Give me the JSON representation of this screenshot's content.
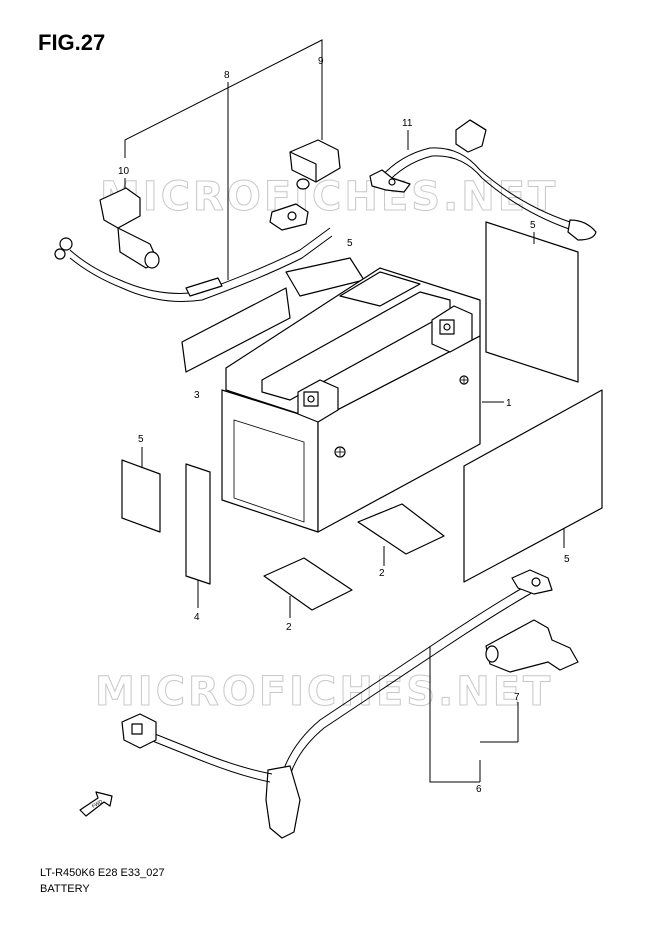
{
  "figure": {
    "title": "FIG.27",
    "drawing_code": "LT-R450K6 E28 E33_027",
    "caption": "BATTERY"
  },
  "watermark": {
    "text": "MICROFICHES.NET"
  },
  "callouts": [
    {
      "id": "c1",
      "label": "1"
    },
    {
      "id": "c2a",
      "label": "2"
    },
    {
      "id": "c2b",
      "label": "2"
    },
    {
      "id": "c3",
      "label": "3"
    },
    {
      "id": "c4",
      "label": "4"
    },
    {
      "id": "c5a",
      "label": "5"
    },
    {
      "id": "c5b",
      "label": "5"
    },
    {
      "id": "c5c",
      "label": "5"
    },
    {
      "id": "c5d",
      "label": "5"
    },
    {
      "id": "c6",
      "label": "6"
    },
    {
      "id": "c7",
      "label": "7"
    },
    {
      "id": "c8",
      "label": "8"
    },
    {
      "id": "c9",
      "label": "9"
    },
    {
      "id": "c10",
      "label": "10"
    },
    {
      "id": "c11",
      "label": "11"
    }
  ],
  "fwd_arrow": {
    "label": "FWD"
  },
  "colors": {
    "line": "#000000",
    "watermark": "#c8c8c8",
    "background": "#ffffff"
  }
}
